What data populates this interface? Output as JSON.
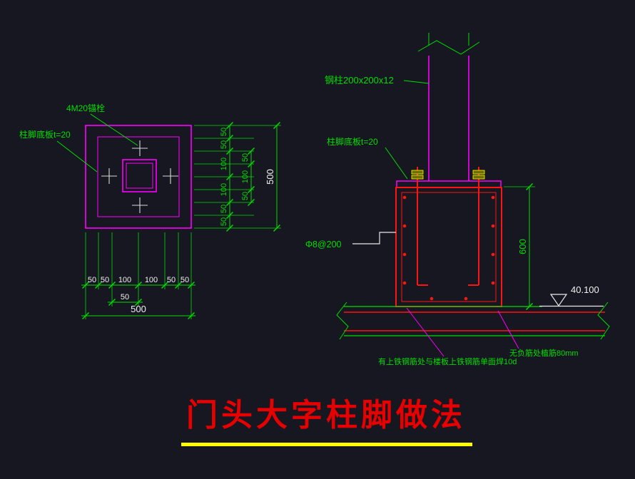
{
  "title": "门头大字柱脚做法",
  "colors": {
    "background": "#171721",
    "dim_green": "#00dd00",
    "magenta": "#ff00ff",
    "red": "#ff1414",
    "yellow": "#ffff00",
    "white": "#f0f0f0",
    "title_red": "#e60000"
  },
  "plan": {
    "anchor_label": "4M20锚栓",
    "plate_label": "柱脚底板t=20",
    "dims_right": [
      "50",
      "50",
      "100",
      "100",
      "50",
      "50"
    ],
    "dims_right_mid": [
      "50",
      "100",
      "50"
    ],
    "dim_right_total": "500",
    "dims_bottom": [
      "50",
      "50",
      "100",
      "100",
      "50",
      "50"
    ],
    "dim_bottom_mid": "50",
    "dim_bottom_total": "500"
  },
  "section": {
    "column_label": "钢柱200x200x12",
    "plate_label": "柱脚底板t=20",
    "stirrup_label": "Φ8@200",
    "dim_height": "600",
    "elevation": "40.100",
    "note_weld": "有上铁钢筋处与楼板上铁钢筋单面焊10d",
    "note_plant": "无负筋处植筋80mm"
  }
}
